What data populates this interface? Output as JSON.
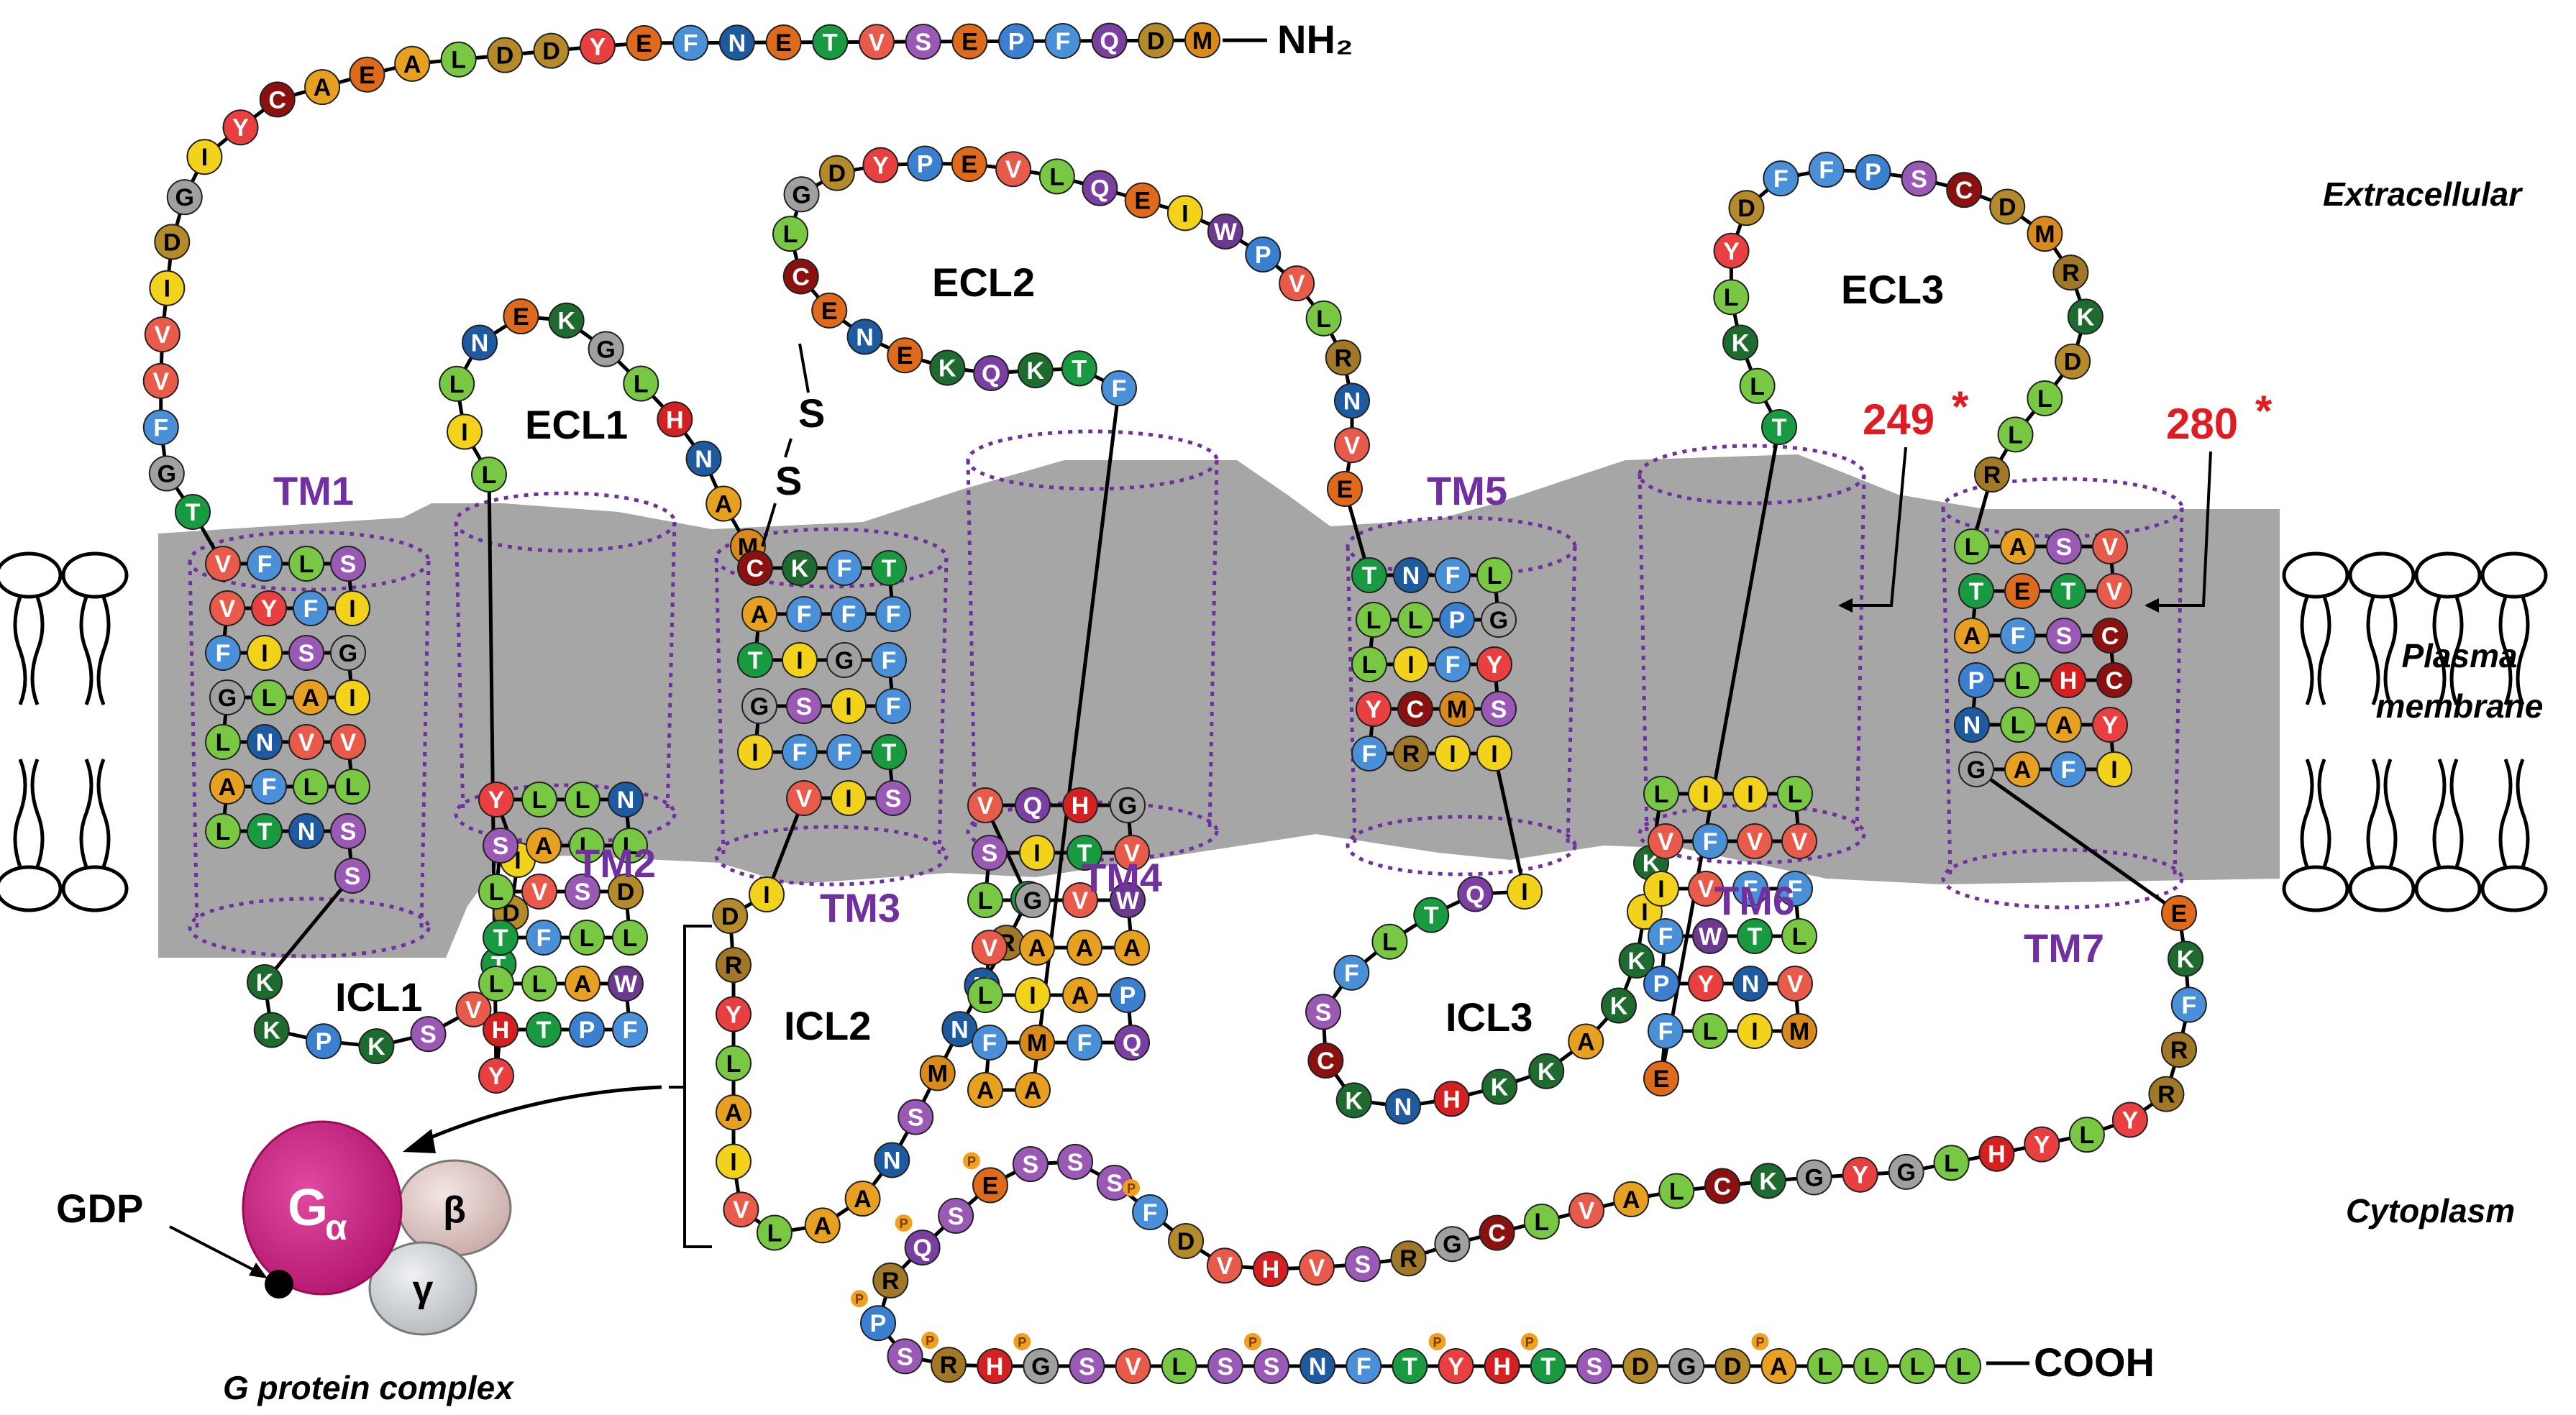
{
  "terminals": {
    "n": "NH₂",
    "c": "COOH"
  },
  "regions": {
    "extracellular": "Extracellular",
    "plasma_membrane": [
      "Plasma",
      "membrane"
    ],
    "cytoplasm": "Cytoplasm"
  },
  "tm_labels": [
    "TM1",
    "TM2",
    "TM3",
    "TM4",
    "TM5",
    "TM6",
    "TM7"
  ],
  "loop_labels": [
    "ECL1",
    "ECL2",
    "ECL3",
    "ICL1",
    "ICL2",
    "ICL3"
  ],
  "disulfide": [
    "S",
    "S"
  ],
  "mutations": [
    {
      "label": "249",
      "mark": "*"
    },
    {
      "label": "280",
      "mark": "*"
    }
  ],
  "g_protein": {
    "alpha": "G",
    "alpha_sub": "α",
    "beta": "β",
    "gamma": "γ",
    "gdp": "GDP",
    "caption": "G protein  complex"
  },
  "phospho_mark": "P",
  "colors": {
    "membrane": "#a6a6a6",
    "tm_outline": "#7030a0",
    "tm_label": "#7030a0",
    "mutation": "#e01b22",
    "g_alpha": "#c81e7a",
    "phospho": "#f0a020",
    "residue": {
      "A": "#e8a020",
      "C": "#8b1010",
      "D": "#b58a2a",
      "E": "#e06a1c",
      "F": "#4a90d9",
      "G": "#a0a0a0",
      "H": "#d42020",
      "I": "#f2d21a",
      "K": "#1e6b30",
      "L": "#78c843",
      "M": "#d98a1a",
      "N": "#1e5aa0",
      "P": "#3a7fd0",
      "Q": "#7a3fa0",
      "R": "#a07828",
      "S": "#9b59b6",
      "T": "#1a9a40",
      "V": "#e85a4a",
      "W": "#6b3a90",
      "Y": "#e84040"
    }
  },
  "sequence": {
    "n_term": "MDQFPESVTENFEYDDLAEACYIGDIVVFGT",
    "tm1": "VFLSIFYVFISGIALGLNVVLLFALTNSS",
    "icl1": "KKPKSVTDI",
    "tm2": "YLLNLLASLVSDLLFTLLAWFPTHY",
    "ecl1": "LILNEKGLHNAM",
    "tm3": "CKFTFFFATIGFFISGIFFTSIV",
    "icl2": "IDRYLAIVLAANSMNNRT",
    "tm4": "VQHGVTISLGVWAAAVLIAPQFMFAA",
    "ecl2": "FTKQKENECLGDYPEVLQEIWPVLRNVE",
    "tm5": "TNFLGPLLLIFYSMCYFRII",
    "icl3": "IQTLFSCKNHKKAKKIK",
    "tm6": "LIILVVFVIVFFLTWFPYNVMILFE",
    "ecl3": "TLKLYDFFPSCDMRKDLLR",
    "tm7": "LASVVTETAFSCCHLPNLAYIFAG",
    "c_term": "EKFRRYLYHLGYGKCLAVLCGRSVHVDFSSSESQRPSRHGSVLSSNFTYHTSDGDALLLL"
  },
  "phospho_sites": [
    "S",
    "S",
    "S",
    "S",
    "S",
    "S",
    "S",
    "S",
    "S",
    "S"
  ]
}
